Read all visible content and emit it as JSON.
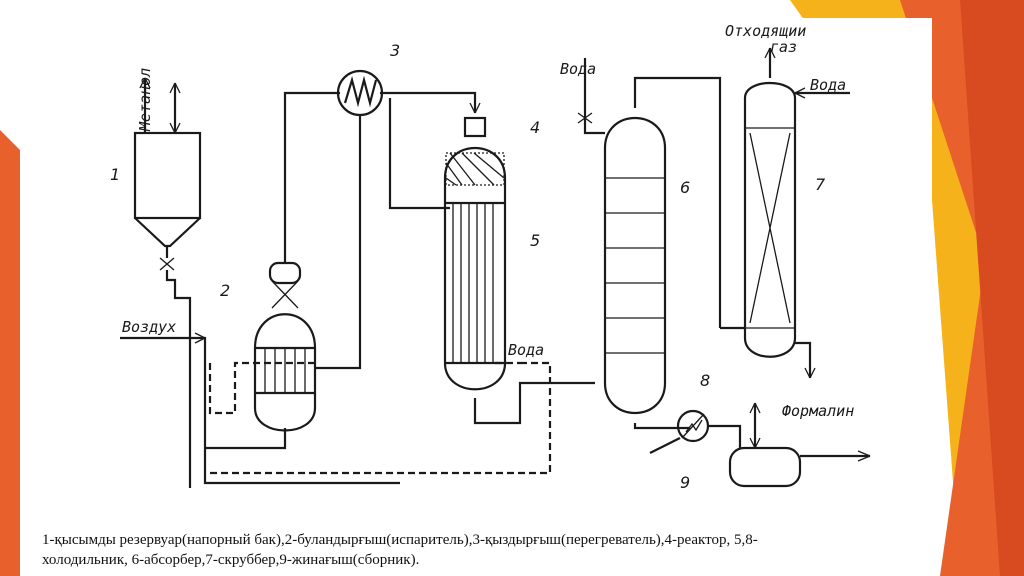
{
  "diagram": {
    "streams": {
      "methanol": "Метанол",
      "air": "Воздух",
      "water_top": "Вода",
      "water_mid": "Вода",
      "water_scrubber": "Вода",
      "off_gas_line1": "Отходящии",
      "off_gas_line2": "газ",
      "formalin": "Формалин"
    },
    "numbers": {
      "n1": "1",
      "n2": "2",
      "n3": "3",
      "n4": "4",
      "n5": "5",
      "n6": "6",
      "n7": "7",
      "n8": "8",
      "n9": "9"
    }
  },
  "caption": {
    "line1": "1-қысымды резервуар(напорный бак),2-буландырғыш(испаритель),3-қыздырғыш(перегреватель),4-реактор, 5,8-",
    "line2": "холодильник, 6-абсорбер,7-скруббер,9-жинағыш(сборник)."
  },
  "colors": {
    "accent_orange": "#e8612c",
    "accent_yellow": "#f6b21a",
    "accent_red": "#d84a1f"
  }
}
